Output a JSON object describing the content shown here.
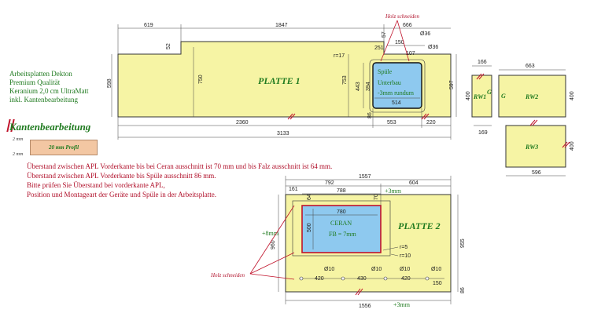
{
  "info": {
    "lines": [
      "Arbeitsplatten Dekton",
      "Premium Qualität",
      "Keranium 2,0 cm UltraMatt",
      "inkl. Kantenbearbeitung"
    ]
  },
  "edge": {
    "title": "Kantenbearbeitung",
    "mm_top": "2 mm",
    "mm_bottom": "2 mm",
    "profile_label": "20 mm Profil"
  },
  "notes": [
    "Überstand zwischen APL Vorderkante bis bei Ceran ausschnitt ist 70 mm und bis Falz ausschnitt ist 64 mm.",
    "Überstand zwischen APL Vorderkante bis Spüle ausschnitt 86 mm.",
    "Bitte prüfen Sie Überstand bei vorderkante APL,",
    "Position und Montageart der Geräte und Spüle in der Arbeitsplatte."
  ],
  "plate1": {
    "label": "PLATTE 1",
    "sink_text": [
      "Spüle",
      "Unterbau",
      "-3mm rundum"
    ],
    "sink_width": "514",
    "holz": "Holz schneiden",
    "dims": {
      "top_619": "619",
      "top_1847": "1847",
      "top_666": "666",
      "d36a": "Ø36",
      "d36b": "Ø36",
      "d150": "150",
      "d57": "57",
      "d251": "251",
      "d107": "107",
      "d52": "52",
      "left_598": "598",
      "h_750": "750",
      "h_753": "753",
      "h_443": "443",
      "h_394": "394",
      "r17": "r=17",
      "h_597": "597",
      "h_86": "86",
      "b_2360": "2360",
      "b_553": "553",
      "b_220": "220",
      "b_3133": "3133"
    }
  },
  "rw": {
    "rw1": "RW1",
    "rw2": "RW2",
    "rw3": "RW3",
    "g1": "G",
    "g2": "G",
    "d166": "166",
    "d663": "663",
    "d400a": "400",
    "d400b": "400",
    "d169": "169",
    "d400c": "400",
    "d596": "596"
  },
  "plate2": {
    "label": "PLATTE 2",
    "ceran_text": [
      "CERAN",
      "FB = 7mm"
    ],
    "holz": "Holz schneiden",
    "dims": {
      "top_1557": "1557",
      "top_792": "792",
      "top_604": "604",
      "d161": "161",
      "d788": "788",
      "d64": "64",
      "d70": "70",
      "plus3top": "+3mm",
      "d780": "780",
      "h500": "500",
      "left_960": "960",
      "plus8": "+8mm",
      "right_955": "955",
      "r5": "r=5",
      "r10": "r=10",
      "d10a": "Ø10",
      "d10b": "Ø10",
      "d10c": "Ø10",
      "d10d": "Ø10",
      "d420a": "420",
      "d430": "430",
      "d420b": "420",
      "d150": "150",
      "d86": "86",
      "bottom_1556": "1556",
      "plus3bottom": "+3mm"
    }
  }
}
